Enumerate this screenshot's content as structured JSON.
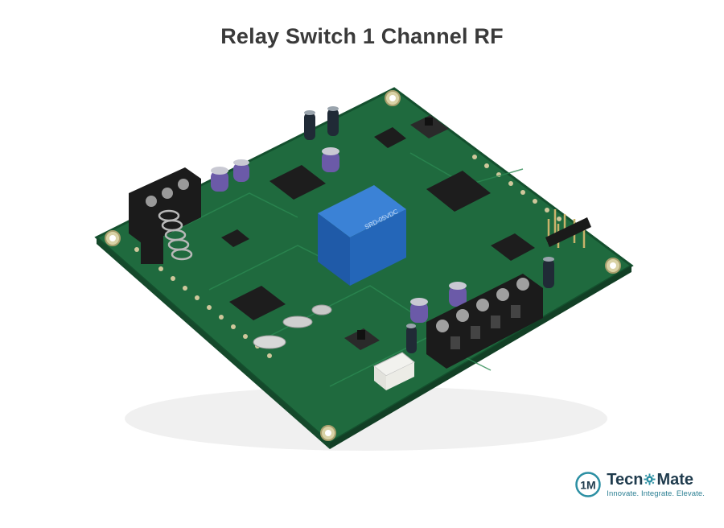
{
  "title": "Relay Switch 1 Channel RF",
  "photo": {
    "subject": "circuit-board-with-relay",
    "relay_label": "SRD-05VDC"
  },
  "brand": {
    "name_part1": "Tecn",
    "name_part2": "Mate",
    "tagline": "Innovate. Integrate. Elevate.",
    "logo_text": "1M",
    "colors": {
      "teal": "#2b8fa3",
      "navy": "#1f3b4d"
    }
  },
  "colors": {
    "pcb_green": "#1f6a3e",
    "relay_blue": "#2466b8",
    "terminal_black": "#1b1b1b",
    "background": "#ffffff"
  }
}
